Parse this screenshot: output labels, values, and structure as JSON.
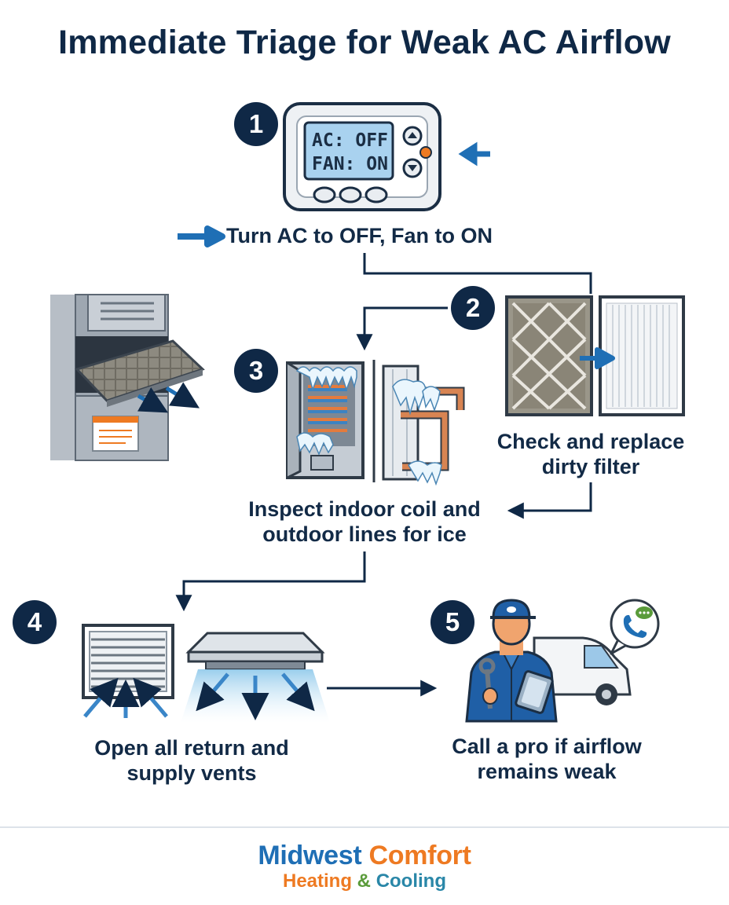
{
  "title": "Immediate Triage for Weak AC Airflow",
  "steps": [
    {
      "number": "1",
      "label": "Turn AC to OFF, Fan to ON"
    },
    {
      "number": "2",
      "label_line1": "Check and replace",
      "label_line2": "dirty filter"
    },
    {
      "number": "3",
      "label_line1": "Inspect indoor coil and",
      "label_line2": "outdoor lines for ice"
    },
    {
      "number": "4",
      "label_line1": "Open all return and",
      "label_line2": "supply vents"
    },
    {
      "number": "5",
      "label_line1": "Call a pro if airflow",
      "label_line2": "remains weak"
    }
  ],
  "thermostat": {
    "line1": "AC: OFF",
    "line2": "FAN: ON"
  },
  "brand": {
    "word1": "Midwest",
    "word2": "Comfort",
    "sub1": "Heating",
    "sub_amp": "&",
    "sub2": "Cooling"
  },
  "colors": {
    "navy": "#0f2846",
    "blue": "#1f6fb5",
    "orange": "#ee7a22",
    "green": "#5a9b3a",
    "teal": "#2a87a8"
  }
}
